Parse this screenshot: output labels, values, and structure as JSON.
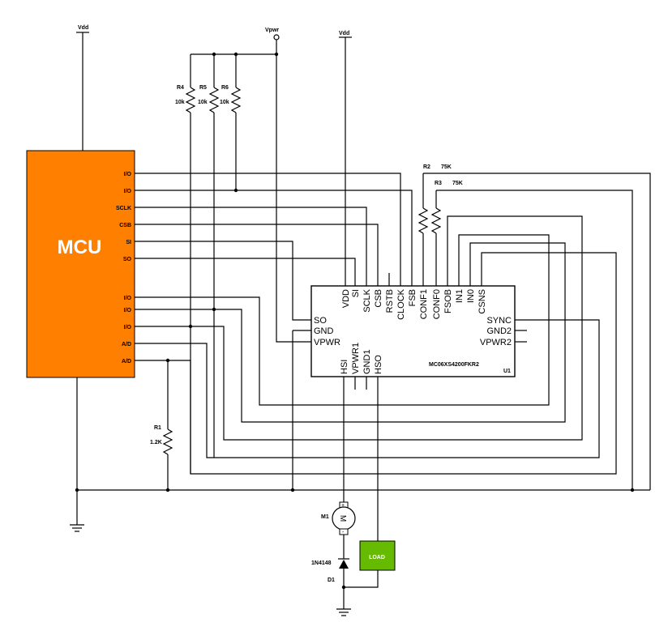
{
  "mcu": {
    "title": "MCU",
    "fill": "#ff7f00",
    "pins": [
      "I/O",
      "I/O",
      "SCLK",
      "CSB",
      "SI",
      "SO",
      "I/O",
      "I/O",
      "I/O",
      "A/D",
      "A/D"
    ]
  },
  "power": {
    "vdd_left": "Vdd",
    "vdd_mid": "Vdd",
    "vpwr": "Vpwr"
  },
  "resistors": {
    "r4": {
      "name": "R4",
      "value": "10k"
    },
    "r5": {
      "name": "R5",
      "value": "10k"
    },
    "r6": {
      "name": "R6",
      "value": "10k"
    },
    "r2": {
      "name": "R2",
      "value": "75K"
    },
    "r3": {
      "name": "R3",
      "value": "75K"
    },
    "r1": {
      "name": "R1",
      "value": "1.2K"
    }
  },
  "ic": {
    "part": "MC06XS4200FKR2",
    "ref": "U1",
    "top_pins": [
      "VDD",
      "SI",
      "SCLK",
      "CSB",
      "RSTB",
      "CLOCK",
      "FSB",
      "CONF1",
      "CONF0",
      "FSOB",
      "IN1",
      "IN0",
      "CSNS"
    ],
    "left_pins": [
      "SO",
      "GND",
      "VPWR"
    ],
    "right_pins": [
      "SYNC",
      "GND2",
      "VPWR2"
    ],
    "bottom_pins": [
      "HSI",
      "VPWR1",
      "GND1",
      "HSO"
    ]
  },
  "motor": {
    "ref": "M1",
    "symbol": "M",
    "plus": "+",
    "minus": "-"
  },
  "diode": {
    "part": "1N4148",
    "ref": "D1"
  },
  "load": {
    "label": "LOAD",
    "fill": "#66bb00"
  }
}
